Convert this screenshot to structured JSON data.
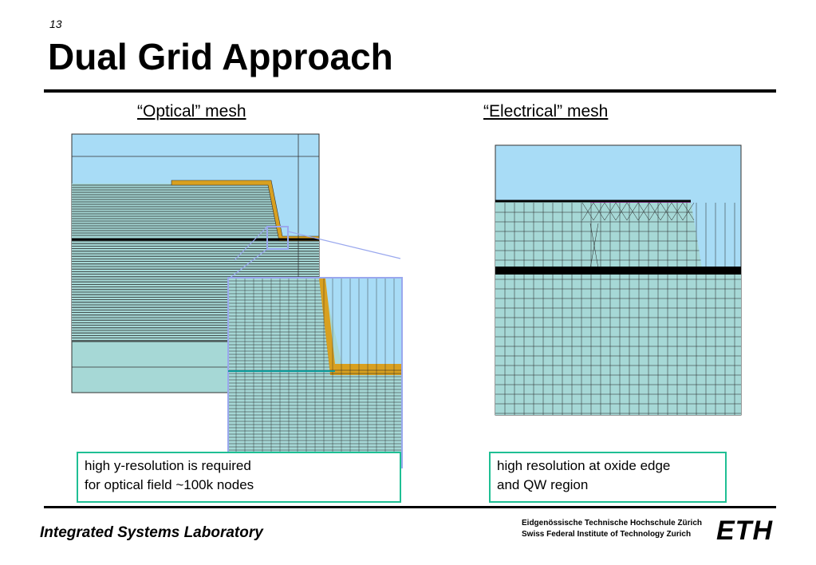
{
  "slide_number": "13",
  "title": "Dual Grid Approach",
  "optical": {
    "label": "“Optical” mesh",
    "caption_line1": "high y-resolution is required",
    "caption_line2": "for optical field ~100k nodes"
  },
  "electrical": {
    "label": "“Electrical”  mesh",
    "caption_line1": "high resolution at oxide edge",
    "caption_line2": "and QW region"
  },
  "footer": {
    "lab": "Integrated Systems Laboratory",
    "institution_de": "Eidgenössische Technische Hochschule Zürich",
    "institution_en": "Swiss Federal Institute of Technology Zurich",
    "logo": "ETH"
  },
  "colors": {
    "sky": "#a8dcf6",
    "substrate": "#a6d8d6",
    "oxide": "#d8a020",
    "caption_border": "#1fbf94",
    "zoom_line": "#9aa8ee",
    "contact": "#e040e0"
  }
}
